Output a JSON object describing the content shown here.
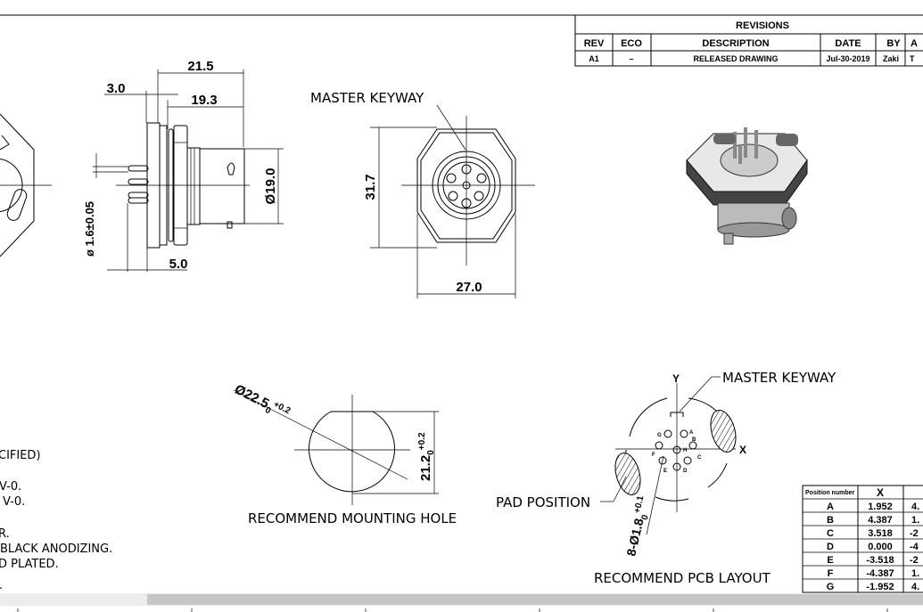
{
  "revisions": {
    "title": "REVISIONS",
    "headers": [
      "REV",
      "ECO",
      "DESCRIPTION",
      "DATE",
      "BY",
      "A"
    ],
    "rows": [
      [
        "A1",
        "–",
        "RELEASED DRAWING",
        "Jul-30-2019",
        "Zaki",
        "T"
      ]
    ]
  },
  "side_view": {
    "dim_overall": "21.5",
    "dim_flange": "3.0",
    "dim_body": "19.3",
    "dim_diameter": "Ø19.0",
    "dim_pin": "ø 1.6±0.05",
    "dim_pin_len": "5.0"
  },
  "front_view": {
    "label": "MASTER KEYWAY",
    "dim_height": "31.7",
    "dim_width": "27.0"
  },
  "mounting_hole": {
    "dim_diameter": "Ø22.5",
    "dim_diameter_tol_upper": "+0.2",
    "dim_diameter_tol_lower": "0",
    "dim_flat": "21.2",
    "dim_flat_tol_upper": "+0.2",
    "dim_flat_tol_lower": "0",
    "title": "RECOMMEND MOUNTING HOLE"
  },
  "pcb_layout": {
    "axis_y": "Y",
    "axis_x": "X",
    "keyway_label": "MASTER KEYWAY",
    "pad_label": "PAD POSITION",
    "hole_dim": "8-Ø1.8",
    "hole_tol_upper": "+0.1",
    "hole_tol_lower": "0",
    "title": "RECOMMEND PCB LAYOUT",
    "pins": [
      "A",
      "B",
      "C",
      "D",
      "E",
      "F",
      "G",
      "H"
    ]
  },
  "position_table": {
    "headers": [
      "Position number",
      "X",
      ""
    ],
    "rows": [
      [
        "A",
        "1.952",
        "4."
      ],
      [
        "B",
        "4.387",
        "1."
      ],
      [
        "C",
        "3.518",
        "-2"
      ],
      [
        "D",
        "0.000",
        "-4"
      ],
      [
        "E",
        "-3.518",
        "-2"
      ],
      [
        "F",
        "-4.387",
        "1."
      ],
      [
        "G",
        "-1.952",
        "4."
      ]
    ]
  },
  "notes": [
    "CIFIED)",
    "V-0.",
    "V-0.",
    "R.",
    "BLACK ANODIZING.",
    "D PLATED.",
    "."
  ]
}
